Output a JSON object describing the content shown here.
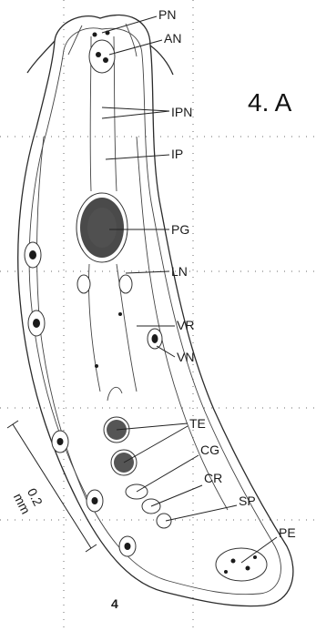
{
  "caption": "4. A",
  "figure_number": "4",
  "scale_bar": {
    "label": "0.2",
    "unit": "mm"
  },
  "labels": {
    "PN": "PN",
    "AN": "AN",
    "IPN": "IPN",
    "IP": "IP",
    "PG": "PG",
    "LN": "LN",
    "VR": "VR",
    "VN": "VN",
    "TE": "TE",
    "CG": "CG",
    "CR": "CR",
    "SP": "SP",
    "PE": "PE"
  }
}
